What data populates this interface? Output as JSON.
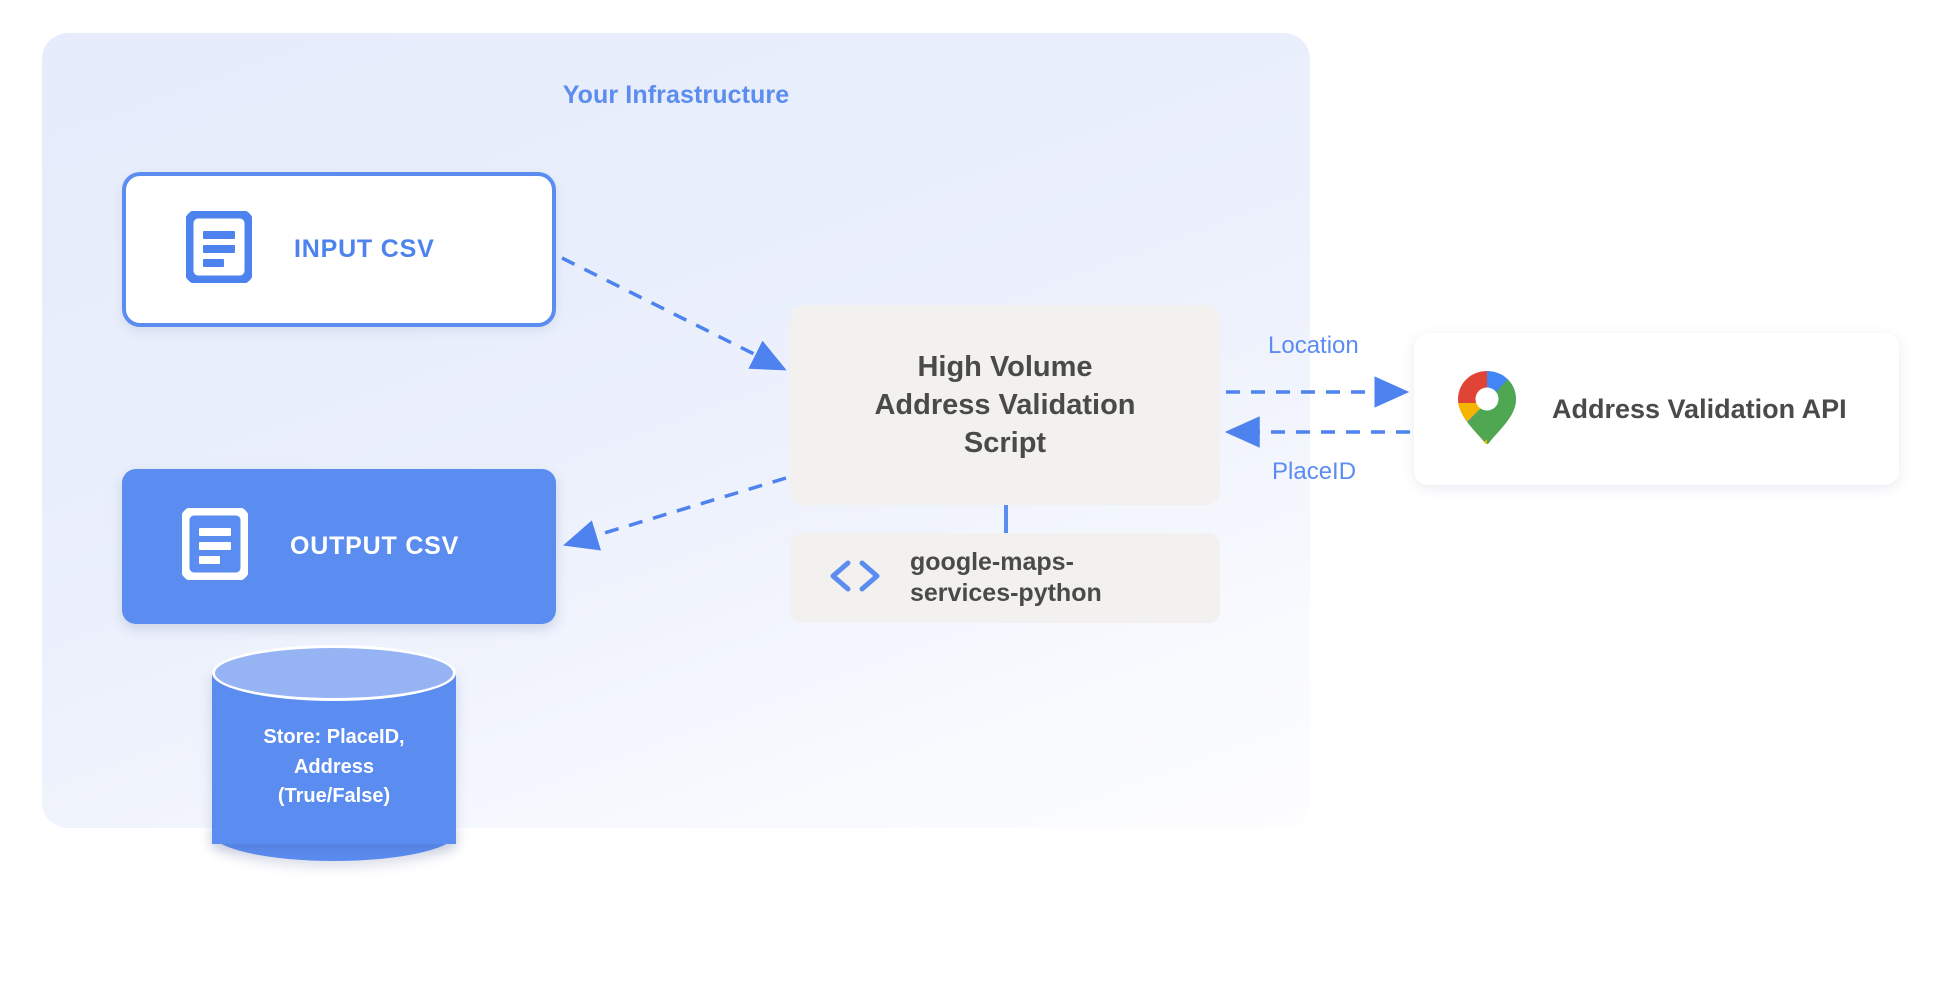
{
  "panel": {
    "title": "Your Infrastructure",
    "accent_color": "#5b8cf0",
    "background_color": "#e6ecfb"
  },
  "nodes": {
    "input_csv": {
      "label": "INPUT CSV",
      "icon": "document-icon",
      "fill_color": "#ffffff",
      "border_color": "#5b8cf0",
      "text_color": "#4d82ef"
    },
    "output_csv": {
      "label": "OUTPUT CSV",
      "icon": "document-icon",
      "fill_color": "#5b8cf0",
      "text_color": "#ffffff"
    },
    "script": {
      "line1": "High Volume",
      "line2": "Address Validation",
      "line3": "Script",
      "fill_color": "#f2f1ef",
      "text_color": "#4a4a48"
    },
    "library": {
      "line1": "google-maps-",
      "line2": "services-python",
      "icon": "code-brackets-icon",
      "fill_color": "#f2f1ef",
      "text_color": "#4a4a48"
    },
    "api": {
      "label": "Address Validation API",
      "icon": "google-maps-pin-icon",
      "fill_color": "#ffffff",
      "text_color": "#4a4a48"
    },
    "database": {
      "line1": "Store: PlaceID,",
      "line2": "Address",
      "line3": "(True/False)",
      "fill_color": "#5b8cf0",
      "top_color": "#96b4f3",
      "text_color": "#ffffff"
    }
  },
  "connections": {
    "input_to_script": {
      "style": "dashed",
      "direction": "input-csv-to-script",
      "label": ""
    },
    "script_to_output": {
      "style": "dashed",
      "direction": "script-to-output-csv",
      "label": ""
    },
    "script_to_api": {
      "style": "dashed",
      "direction": "script-to-api",
      "label": "Location"
    },
    "api_to_script": {
      "style": "dashed",
      "direction": "api-to-script",
      "label": "PlaceID"
    },
    "script_to_library": {
      "style": "solid",
      "direction": "script-to-library",
      "label": ""
    }
  }
}
